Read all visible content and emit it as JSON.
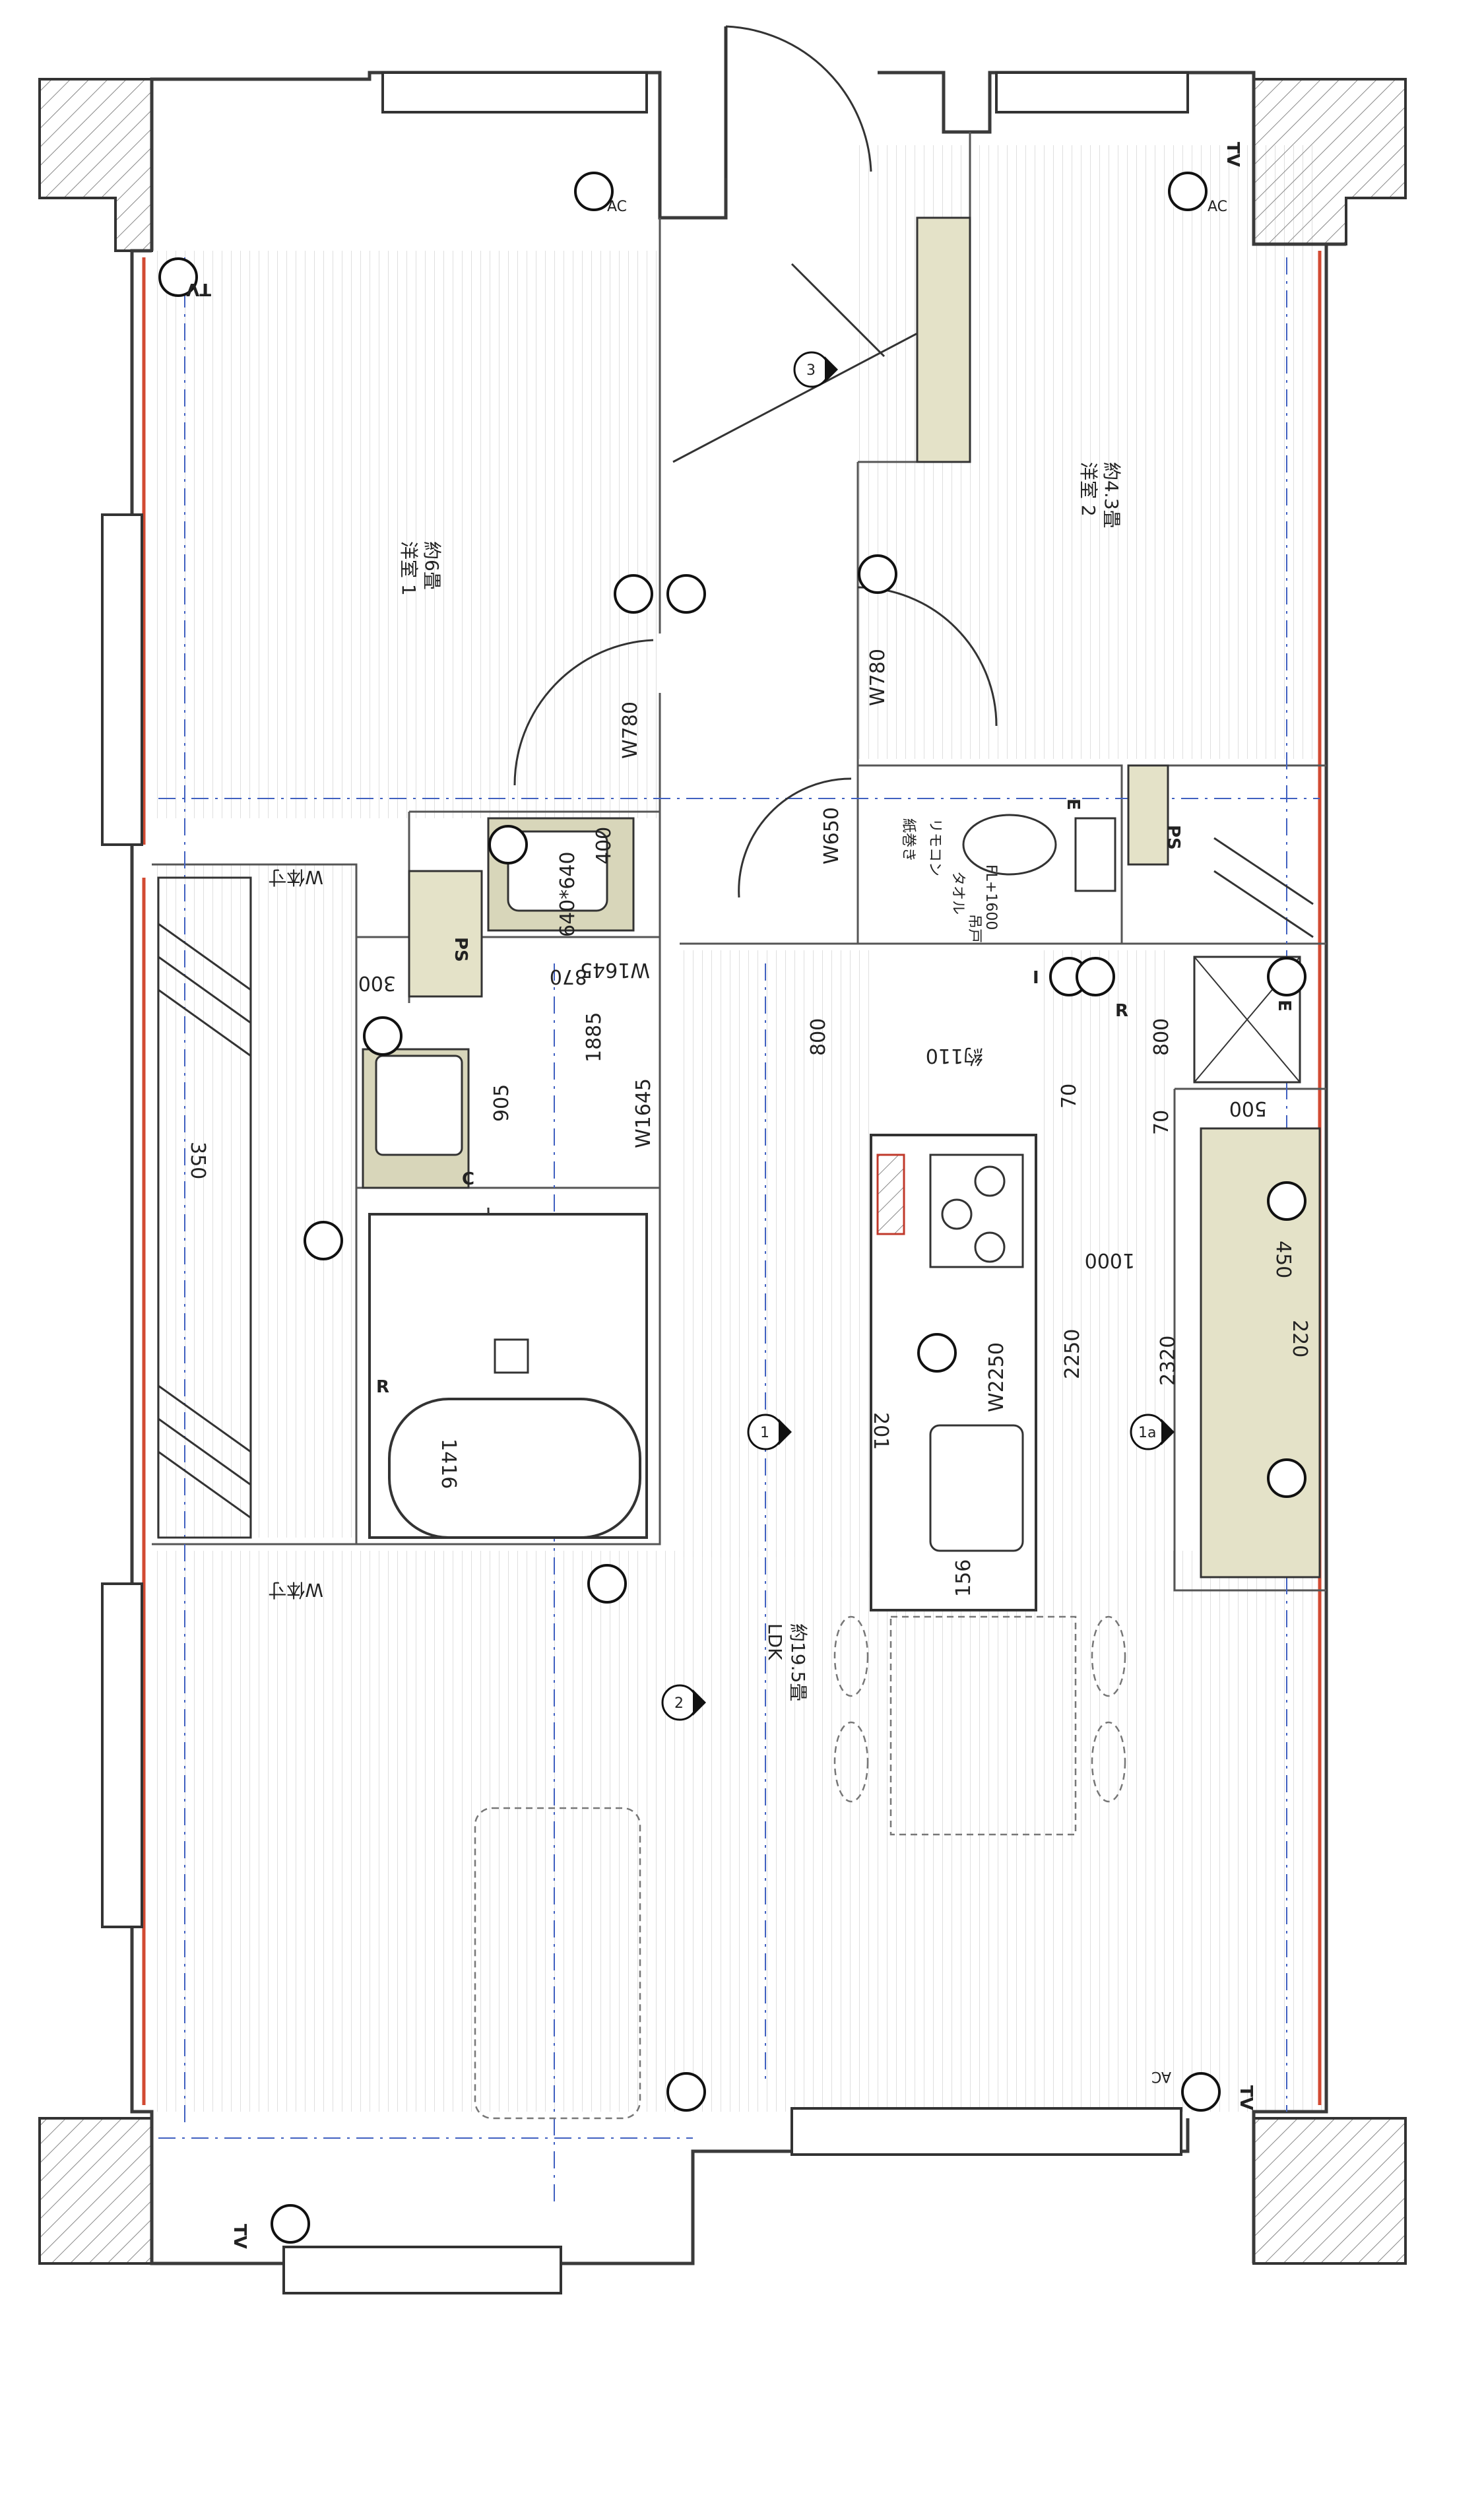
{
  "rooms": {
    "western1": {
      "name": "洋室 1",
      "size": "約6畳"
    },
    "western2": {
      "name": "洋室 2",
      "size": "約4.3畳"
    },
    "ldk": {
      "name": "LDK",
      "size": "約19.5畳"
    }
  },
  "dimensions": {
    "door_w1": "W780",
    "door_w2": "W780",
    "door_toilet": "W650",
    "corridor_w": "W1645",
    "corridor_w2": "W1645",
    "basin": "640*640",
    "d400": "400",
    "d870": "870",
    "d1885": "1885",
    "d905": "905",
    "d300": "300",
    "d350": "350",
    "d800a": "800",
    "d800b": "800",
    "d70a": "70",
    "d70b": "70",
    "d500": "500",
    "d1000": "1000",
    "d450": "450",
    "d220": "220",
    "d2250": "2250",
    "d2320": "2320",
    "kitchen_w": "W2250",
    "d201": "201",
    "d156": "156",
    "bath": "1416",
    "hood": "約110"
  },
  "labels": {
    "tv": "TV",
    "ac": "AC",
    "ps": "PS",
    "r": "R",
    "c": "C",
    "e": "E",
    "i": "I",
    "closet": "W体寸",
    "toilet_lines": [
      "紙巻き",
      "リモコン",
      "タオル",
      "吊戸",
      "FL+1600"
    ]
  },
  "markers": [
    "1",
    "1a",
    "2",
    "3"
  ]
}
